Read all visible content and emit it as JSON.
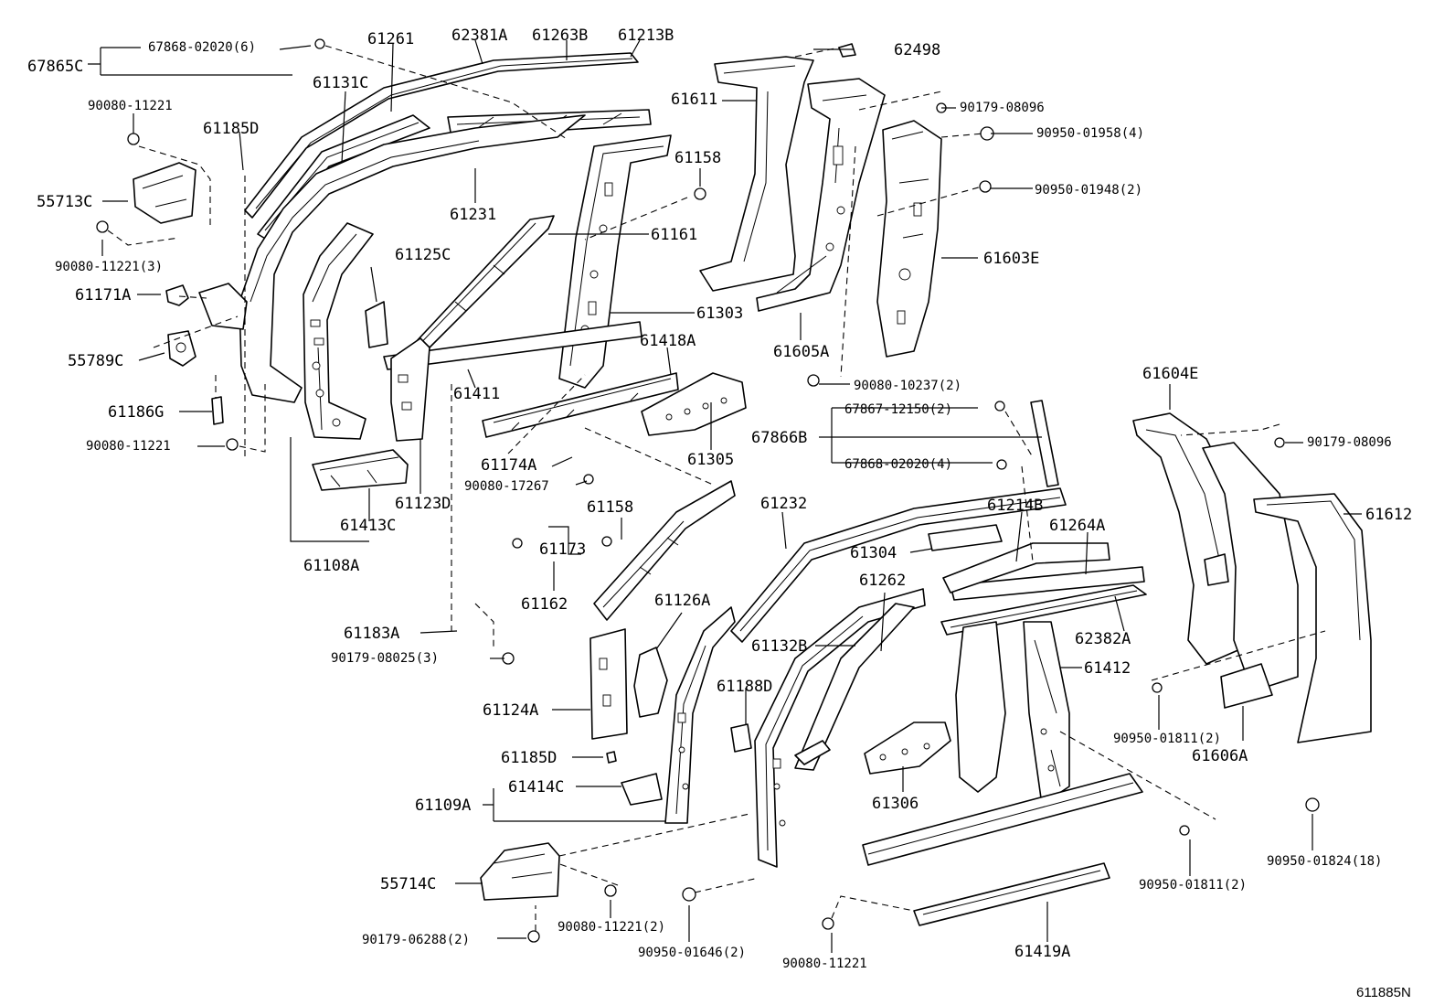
{
  "diagram_code": "611885N",
  "labels": {
    "l67865C": "67865C",
    "l67868_02020_6": "67868-02020(6)",
    "l61261": "61261",
    "l62381A": "62381A",
    "l61263B": "61263B",
    "l61213B": "61213B",
    "l62498": "62498",
    "l61611": "61611",
    "l90179_08096_a": "90179-08096",
    "l90950_01958_4": "90950-01958(4)",
    "l90950_01948_2": "90950-01948(2)",
    "l61603E": "61603E",
    "l90080_11221_a": "90080-11221",
    "l61131C": "61131C",
    "l61185D_a": "61185D",
    "l55713C": "55713C",
    "l61158_a": "61158",
    "l61231": "61231",
    "l61161": "61161",
    "l90080_11221_3": "90080-11221(3)",
    "l61125C": "61125C",
    "l61171A": "61171A",
    "l61303": "61303",
    "l61605A": "61605A",
    "l55789C": "55789C",
    "l61418A": "61418A",
    "l61411": "61411",
    "l90080_10237_2": "90080-10237(2)",
    "l61604E": "61604E",
    "l61186G": "61186G",
    "l67867_12150_2": "67867-12150(2)",
    "l67866B": "67866B",
    "l90179_08096_b": "90179-08096",
    "l90080_11221_b": "90080-11221",
    "l61305": "61305",
    "l61174A": "61174A",
    "l67868_02020_4": "67868-02020(4)",
    "l90080_17267": "90080-17267",
    "l61123D": "61123D",
    "l61232": "61232",
    "l61214B": "61214B",
    "l61612": "61612",
    "l61413C": "61413C",
    "l61158_b": "61158",
    "l61264A": "61264A",
    "l61173": "61173",
    "l61304": "61304",
    "l61108A": "61108A",
    "l61262": "61262",
    "l61162": "61162",
    "l61126A": "61126A",
    "l62382A": "62382A",
    "l61183A": "61183A",
    "l61132B": "61132B",
    "l61412": "61412",
    "l90179_08025_3": "90179-08025(3)",
    "l61188D": "61188D",
    "l61124A": "61124A",
    "l90950_01811_2_a": "90950-01811(2)",
    "l61606A": "61606A",
    "l61185D_b": "61185D",
    "l61414C": "61414C",
    "l61306": "61306",
    "l61109A": "61109A",
    "l90950_01824_18": "90950-01824(18)",
    "l55714C": "55714C",
    "l90950_01811_2_b": "90950-01811(2)",
    "l90080_11221_2": "90080-11221(2)",
    "l90179_06288_2": "90179-06288(2)",
    "l90950_01646_2": "90950-01646(2)",
    "l90080_11221_c": "90080-11221",
    "l61419A": "61419A"
  }
}
